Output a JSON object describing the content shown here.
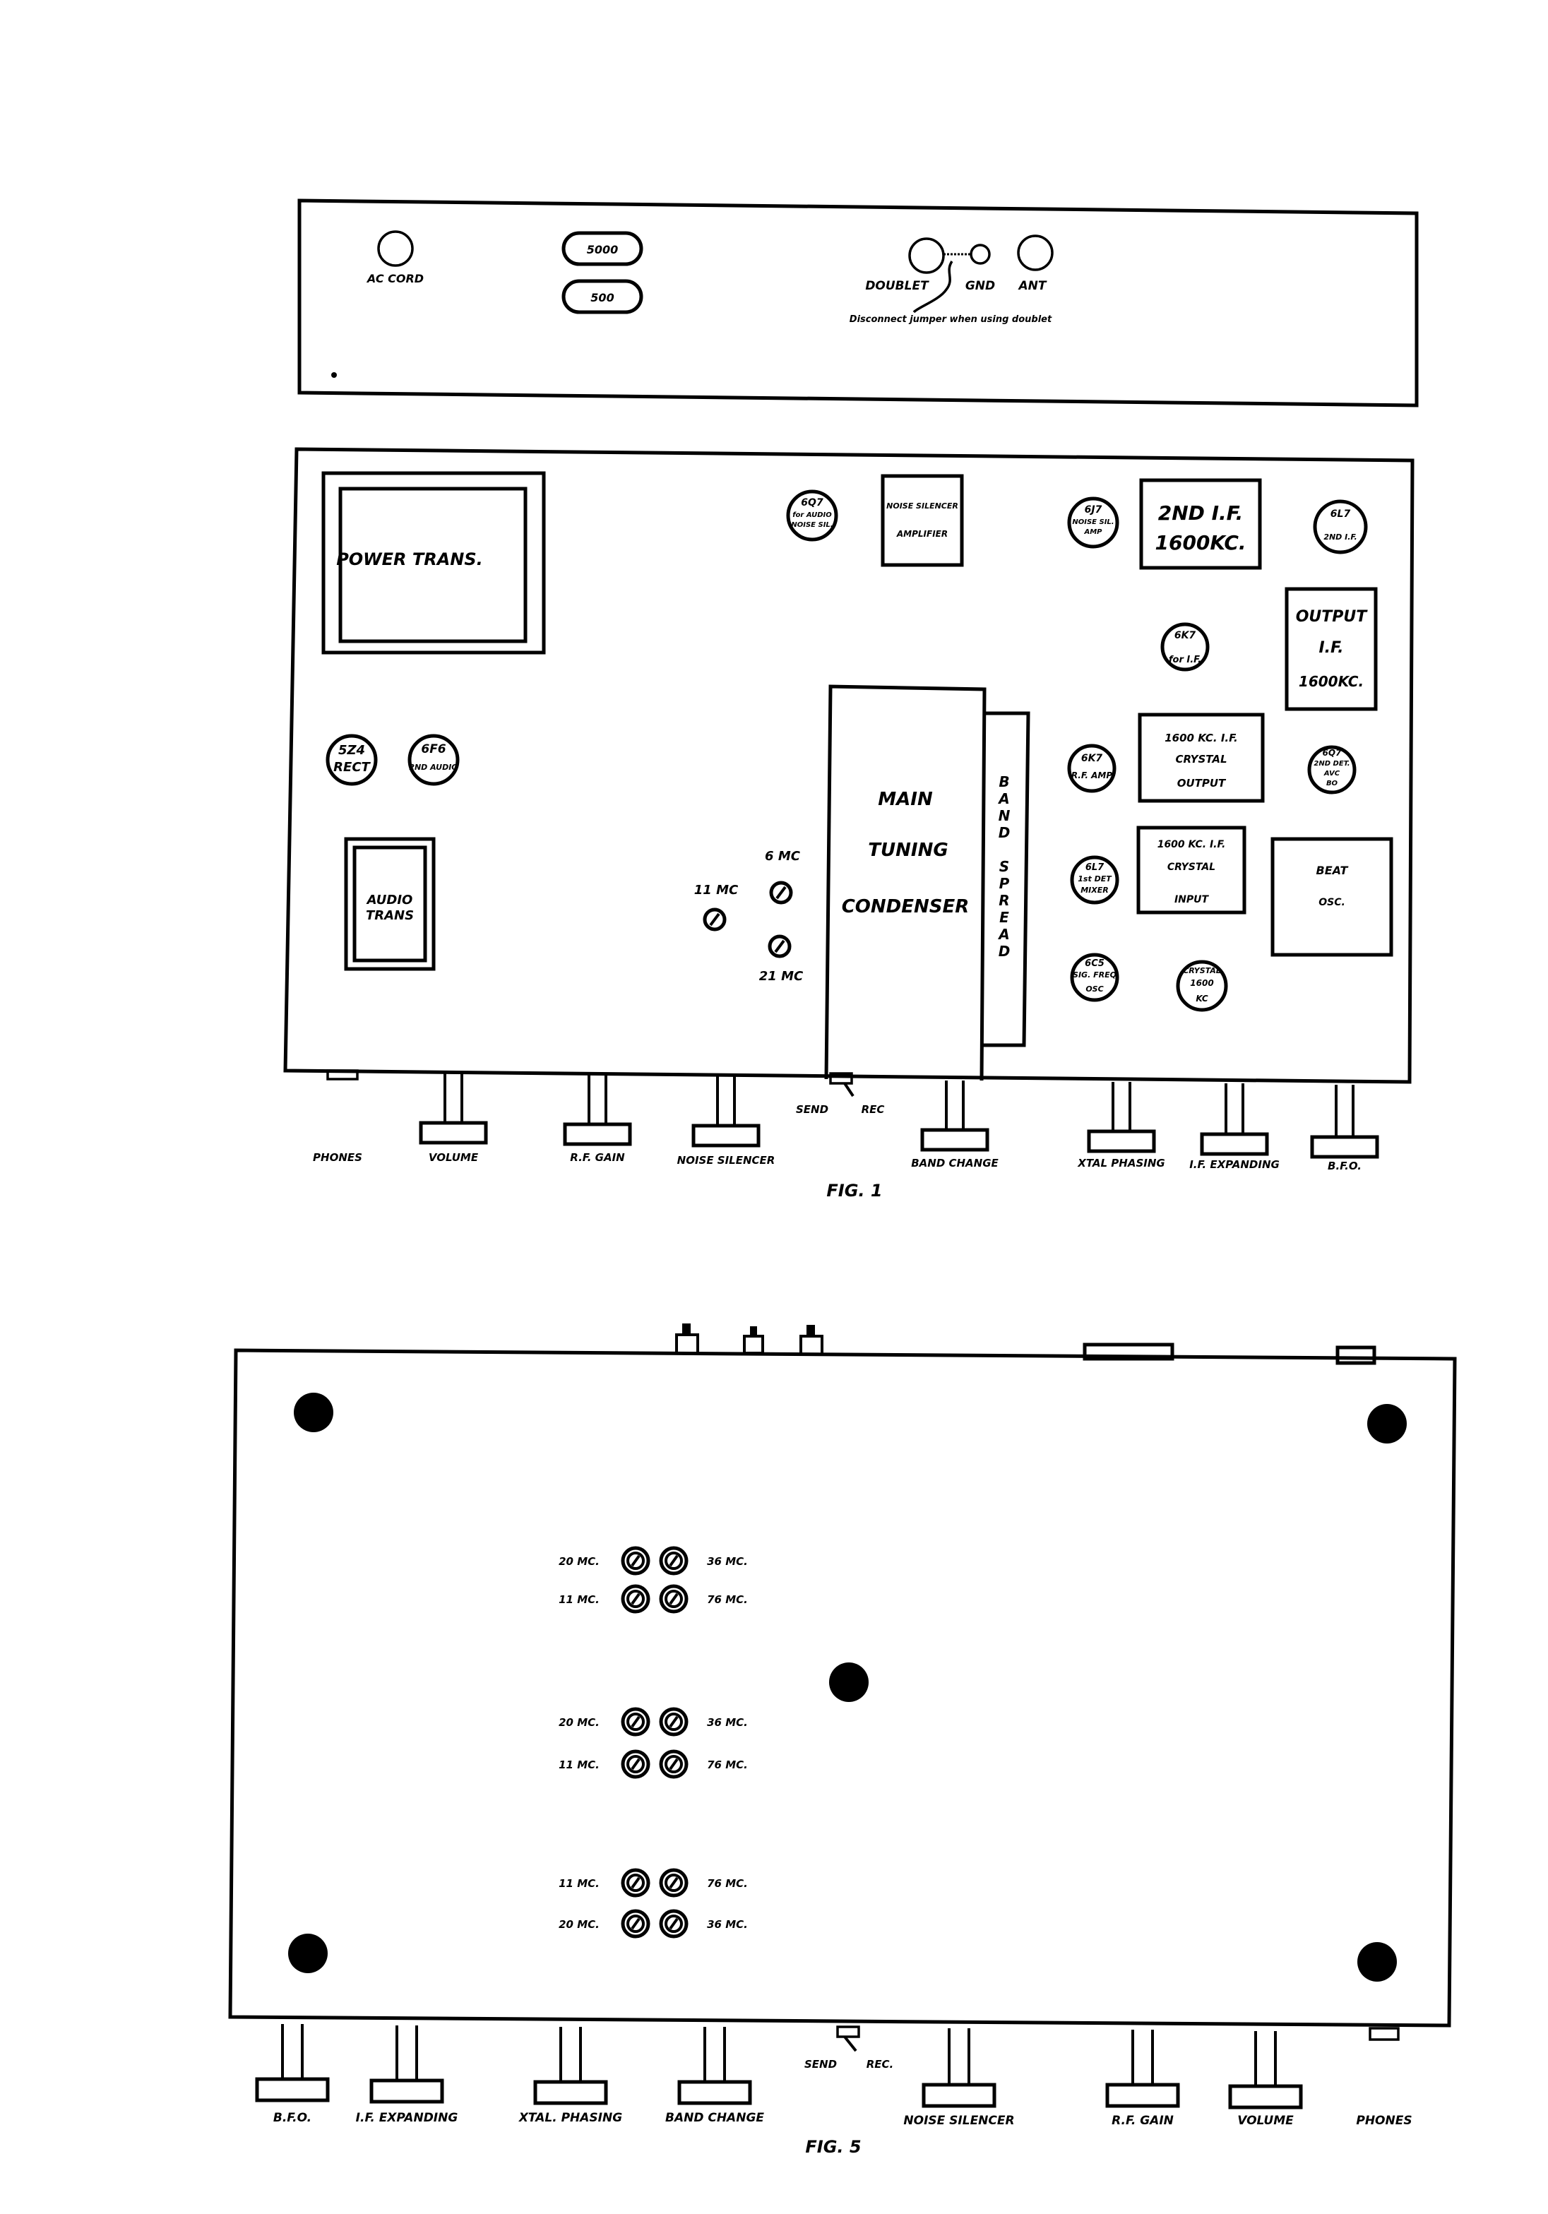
{
  "colors": {
    "ink": "#000000",
    "paper": "#ffffff"
  },
  "rear_panel": {
    "ac_cord": "AC CORD",
    "impedance_5000": "5000",
    "impedance_500": "500",
    "doublet": "DOUBLET",
    "gnd": "GND",
    "ant": "ANT",
    "jumper_note": "Disconnect jumper when using doublet"
  },
  "fig1": {
    "caption": "FIG. 1",
    "power_trans": "POWER TRANS.",
    "audio_trans": [
      "AUDIO",
      "TRANS"
    ],
    "tubes": {
      "t5z4": [
        "5Z4",
        "RECT"
      ],
      "t6f6": [
        "6F6",
        "2ND AUDIO"
      ],
      "t6q7_audio": [
        "6Q7",
        "for AUDIO",
        "NOISE SIL."
      ],
      "t6j7": [
        "6J7",
        "NOISE SIL.",
        "AMP"
      ],
      "t6l7_2if": [
        "6L7",
        "2ND I.F."
      ],
      "t6k7_if": [
        "6K7",
        "for I.F."
      ],
      "t6k7_rf": [
        "6K7",
        "R.F. AMP"
      ],
      "t6q7_det": [
        "6Q7",
        "2ND DET.",
        "AVC",
        "BO"
      ],
      "t6l7_mixer": [
        "6L7",
        "1st DET",
        "MIXER"
      ],
      "t6c5": [
        "6C5",
        "SIG. FREQ",
        "OSC"
      ],
      "crystal": [
        "CRYSTAL",
        "1600",
        "KC"
      ]
    },
    "boxes": {
      "noise_silencer_amp": [
        "NOISE SILENCER",
        "AMPLIFIER"
      ],
      "second_if": [
        "2ND I.F.",
        "1600KC."
      ],
      "output_if": [
        "OUTPUT",
        "I.F.",
        "1600KC."
      ],
      "crystal_output": [
        "1600 KC. I.F.",
        "CRYSTAL",
        "OUTPUT"
      ],
      "crystal_input": [
        "1600 KC. I.F.",
        "CRYSTAL",
        "INPUT"
      ],
      "beat_osc": [
        "BEAT",
        "OSC."
      ],
      "main_tuning": [
        "MAIN",
        "TUNING",
        "CONDENSER"
      ],
      "band_spread": [
        "B",
        "A",
        "N",
        "D",
        "",
        "S",
        "P",
        "R",
        "E",
        "A",
        "D"
      ]
    },
    "trimmers": {
      "t6": "6 MC",
      "t11": "11 MC",
      "t21": "21 MC"
    },
    "switch": {
      "send": "SEND",
      "rec": "REC"
    },
    "controls": [
      "PHONES",
      "VOLUME",
      "R.F. GAIN",
      "NOISE SILENCER",
      "BAND CHANGE",
      "XTAL PHASING",
      "I.F. EXPANDING",
      "B.F.O."
    ]
  },
  "fig5": {
    "caption": "FIG. 5",
    "trimmer_groups": [
      {
        "rows": [
          {
            "left": "20 MC.",
            "right": "36 MC."
          },
          {
            "left": "11 MC.",
            "right": "76 MC."
          }
        ]
      },
      {
        "rows": [
          {
            "left": "20 MC.",
            "right": "36 MC."
          },
          {
            "left": "11 MC.",
            "right": "76 MC."
          }
        ]
      },
      {
        "rows": [
          {
            "left": "11 MC.",
            "right": "76 MC."
          },
          {
            "left": "20 MC.",
            "right": "36 MC."
          }
        ]
      }
    ],
    "switch": {
      "send": "SEND",
      "rec": "REC."
    },
    "controls": [
      "B.F.O.",
      "I.F. EXPANDING",
      "XTAL. PHASING",
      "BAND CHANGE",
      "NOISE SILENCER",
      "R.F. GAIN",
      "VOLUME",
      "PHONES"
    ]
  }
}
